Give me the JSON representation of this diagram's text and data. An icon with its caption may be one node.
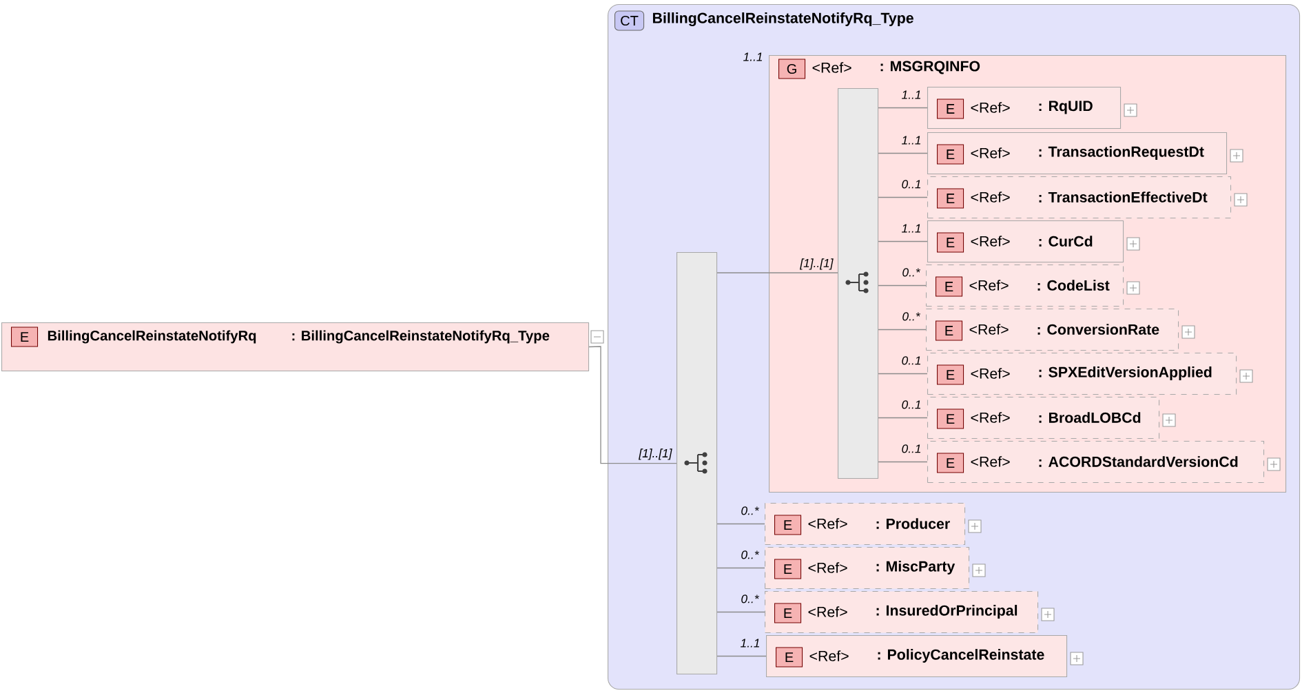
{
  "diagram": {
    "nodes": [
      {
        "text": [
          "E",
          "BillingCancelReinstateNotifyRq",
          ": BillingCancelReinstateNotifyRq_Type"
        ]
      },
      {
        "text": [
          "CT",
          "BillingCancelReinstateNotifyRq_Type"
        ]
      },
      {
        "text": [],
        "shape": "bar",
        "in": 1
      },
      {
        "text": [
          "G",
          "<Ref>",
          ": MSGRQINFO"
        ],
        "beside": [
          "1..1"
        ],
        "in": 1
      },
      {
        "text": [],
        "shape": "bar",
        "in": 3
      },
      {
        "text": [
          "E",
          "<Ref>",
          ": RqUID"
        ],
        "in": 3
      },
      {
        "text": [
          "E",
          "<Ref>",
          ": TransactionRequestDt"
        ],
        "in": 3
      },
      {
        "text": [
          "E",
          "<Ref>",
          ": TransactionEffectiveDt"
        ],
        "in": 3
      },
      {
        "text": [
          "E",
          "<Ref>",
          ": CurCd"
        ],
        "in": 3
      },
      {
        "text": [
          "E",
          "<Ref>",
          ": CodeList"
        ],
        "in": 3
      },
      {
        "text": [
          "E",
          "<Ref>",
          ": ConversionRate"
        ],
        "in": 3
      },
      {
        "text": [
          "E",
          "<Ref>",
          ": SPXEditVersionApplied"
        ],
        "in": 3
      },
      {
        "text": [
          "E",
          "<Ref>",
          ": BroadLOBCd"
        ],
        "in": 3
      },
      {
        "text": [
          "E",
          "<Ref>",
          ": ACORDStandardVersionCd"
        ],
        "in": 3
      },
      {
        "text": [
          "E",
          "<Ref>",
          ": Producer"
        ],
        "in": 1
      },
      {
        "text": [
          "E",
          "<Ref>",
          ": MiscParty"
        ],
        "in": 1
      },
      {
        "text": [
          "E",
          "<Ref>",
          ": InsuredOrPrincipal"
        ],
        "in": 1
      },
      {
        "text": [
          "E",
          "<Ref>",
          ": PolicyCancelReinstate"
        ],
        "in": 1
      }
    ],
    "edges": [
      {
        "from": 0,
        "to": 2,
        "arrow": "none",
        "label": "[1]..[1]"
      },
      {
        "from": 2,
        "to": 4,
        "arrow": "none",
        "label": "[1]..[1]"
      },
      {
        "from": 4,
        "to": 5,
        "arrow": "none",
        "label": "1..1"
      },
      {
        "from": 4,
        "to": 6,
        "arrow": "none",
        "label": "1..1"
      },
      {
        "from": 4,
        "to": 7,
        "arrow": "none",
        "label": "0..1"
      },
      {
        "from": 4,
        "to": 8,
        "arrow": "none",
        "label": "1..1"
      },
      {
        "from": 4,
        "to": 9,
        "arrow": "none",
        "label": "0..*"
      },
      {
        "from": 4,
        "to": 10,
        "arrow": "none",
        "label": "0..*"
      },
      {
        "from": 4,
        "to": 11,
        "arrow": "none",
        "label": "0..1"
      },
      {
        "from": 4,
        "to": 12,
        "arrow": "none",
        "label": "0..1"
      },
      {
        "from": 4,
        "to": 13,
        "arrow": "none",
        "label": "0..1"
      },
      {
        "from": 2,
        "to": 14,
        "arrow": "none",
        "label": "0..*"
      },
      {
        "from": 2,
        "to": 15,
        "arrow": "none",
        "label": "0..*"
      },
      {
        "from": 2,
        "to": 16,
        "arrow": "none",
        "label": "0..*"
      },
      {
        "from": 2,
        "to": 17,
        "arrow": "none",
        "label": "1..1"
      }
    ]
  }
}
